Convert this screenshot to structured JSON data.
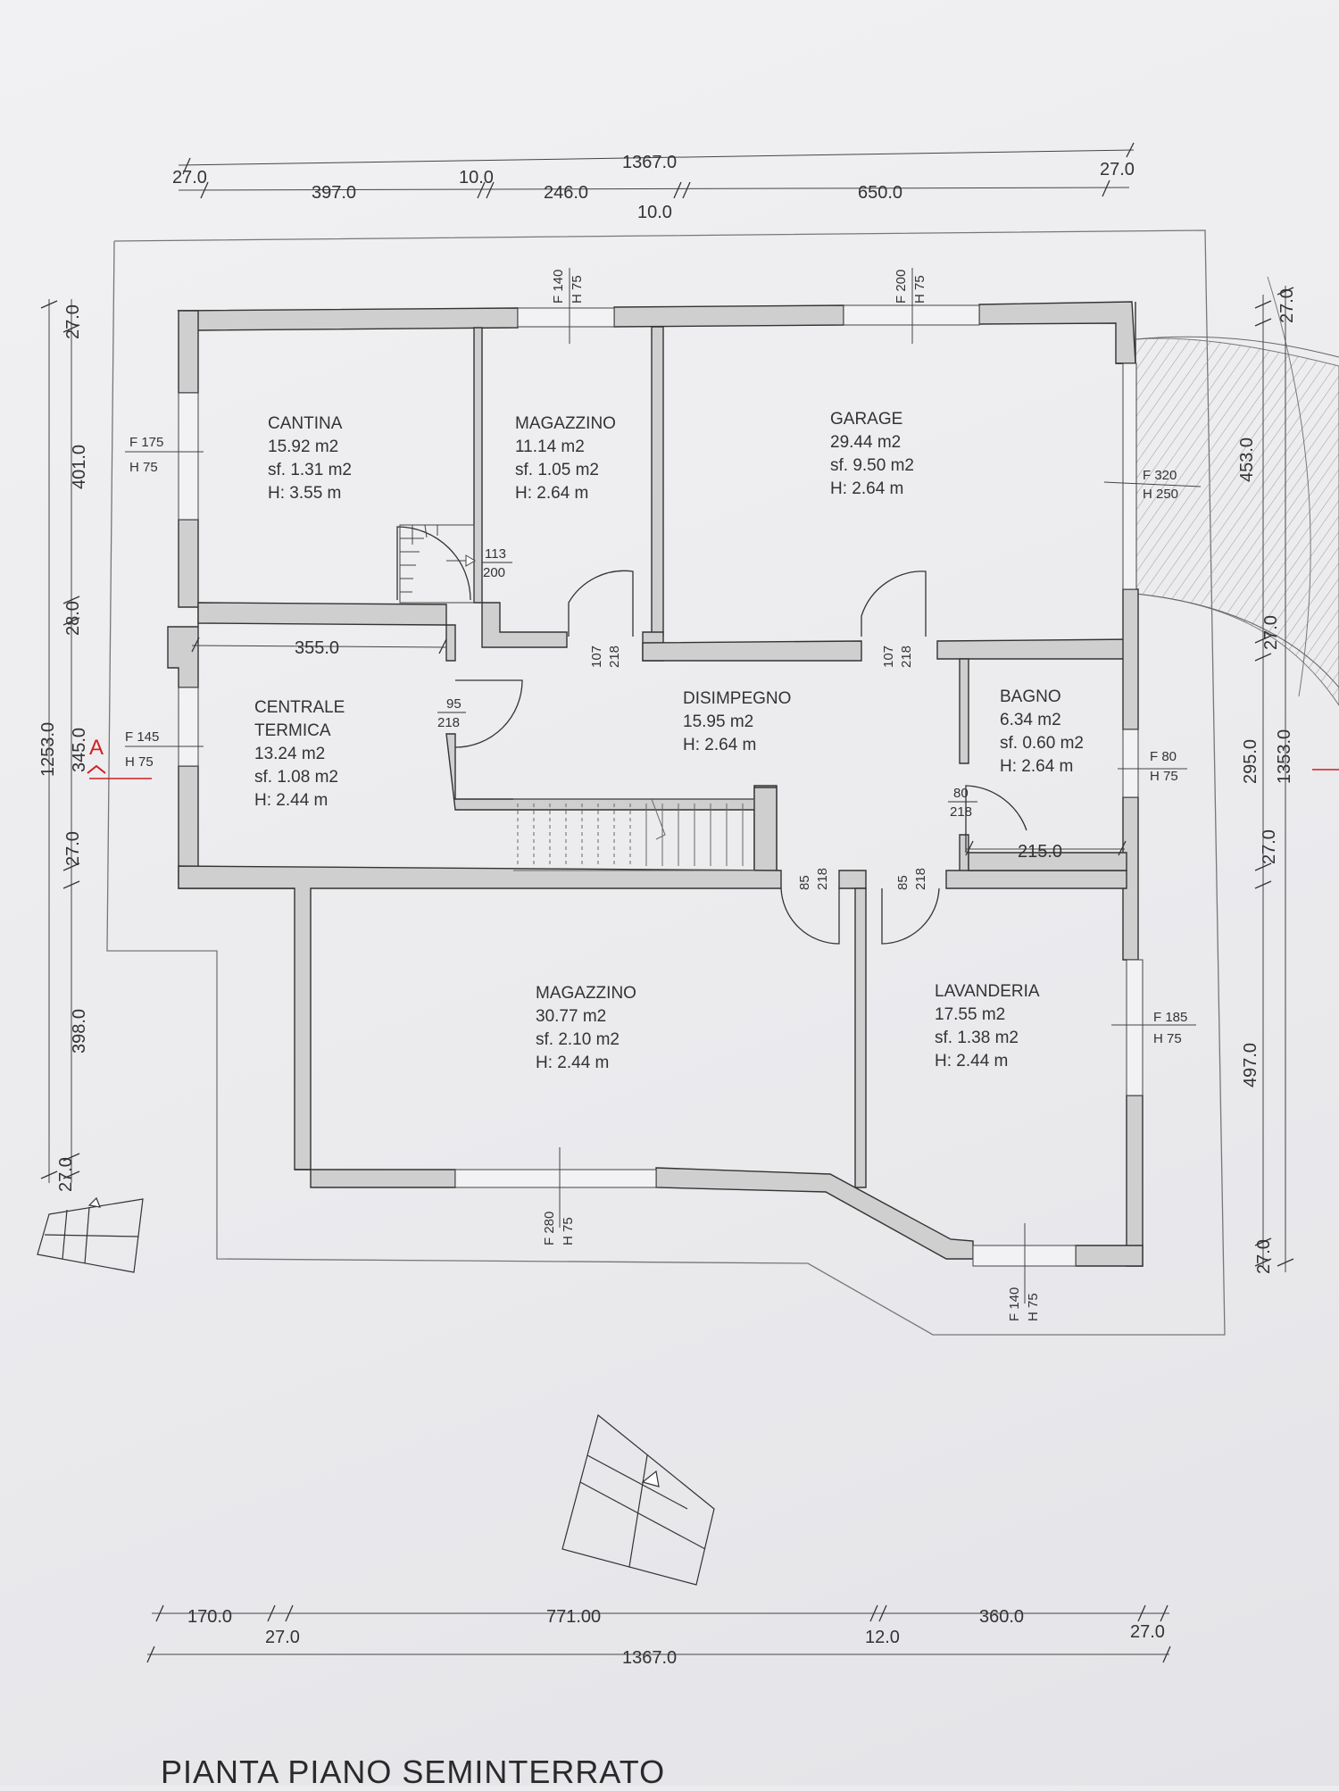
{
  "title": "PIANTA PIANO SEMINTERRATO",
  "section_marker": "A",
  "rooms": {
    "cantina": {
      "name": "CANTINA",
      "area": "15.92 m2",
      "sf": "sf. 1.31 m2",
      "h": "H: 3.55 m"
    },
    "magazzino_top": {
      "name": "MAGAZZINO",
      "area": "11.14 m2",
      "sf": "sf. 1.05 m2",
      "h": "H: 2.64 m"
    },
    "garage": {
      "name": "GARAGE",
      "area": "29.44 m2",
      "sf": "sf. 9.50 m2",
      "h": "H: 2.64 m"
    },
    "centrale": {
      "name1": "CENTRALE",
      "name2": "TERMICA",
      "area": "13.24 m2",
      "sf": "sf. 1.08 m2",
      "h": "H: 2.44 m"
    },
    "disimpegno": {
      "name": "DISIMPEGNO",
      "area": "15.95 m2",
      "h": "H: 2.64 m"
    },
    "bagno": {
      "name": "BAGNO",
      "area": "6.34 m2",
      "sf": "sf. 0.60 m2",
      "h": "H: 2.64 m"
    },
    "magazzino_bottom": {
      "name": "MAGAZZINO",
      "area": "30.77 m2",
      "sf": "sf. 2.10 m2",
      "h": "H: 2.44 m"
    },
    "lavanderia": {
      "name": "LAVANDERIA",
      "area": "17.55 m2",
      "sf": "sf. 1.38 m2",
      "h": "H: 2.44 m"
    }
  },
  "windows": {
    "cantina": {
      "f": "F 175",
      "h": "H 75"
    },
    "magazzino_top": {
      "f": "F 140",
      "h": "H 75"
    },
    "garage_top": {
      "f": "F 200",
      "h": "H 75"
    },
    "garage_right": {
      "f": "F 320",
      "h": "H 250"
    },
    "centrale": {
      "f": "F 145",
      "h": "H 75"
    },
    "bagno": {
      "f": "F 80",
      "h": "H 75"
    },
    "lavanderia_right": {
      "f": "F 185",
      "h": "H 75"
    },
    "magazzino_bottom": {
      "f": "F 280",
      "h": "H 75"
    },
    "lavanderia_bottom": {
      "f": "F 140",
      "h": "H 75"
    }
  },
  "doors": {
    "stair": {
      "w": "113",
      "h": "200"
    },
    "centrale": {
      "w": "95",
      "h": "218"
    },
    "magazzino_top": {
      "w": "107",
      "h": "218"
    },
    "garage": {
      "w": "107",
      "h": "218"
    },
    "bagno": {
      "w": "80",
      "h": "218"
    },
    "magazzino_bottom": {
      "w": "85",
      "h": "218"
    },
    "lavanderia": {
      "w": "85",
      "h": "218"
    }
  },
  "dims_top": {
    "total": "1367.0",
    "a": "27.0",
    "b": "397.0",
    "c": "10.0",
    "d": "246.0",
    "e": "10.0",
    "f": "650.0",
    "g": "27.0"
  },
  "dims_bottom": {
    "a": "170.0",
    "b": "27.0",
    "c": "771.00",
    "d": "12.0",
    "e": "360.0",
    "f": "27.0",
    "total": "1367.0"
  },
  "dims_left": {
    "total": "1253.0",
    "a": "27.0",
    "b": "401.0",
    "c": "28.0",
    "d": "345.0",
    "e": "27.0",
    "f": "398.0",
    "g": "27.0"
  },
  "dims_right": {
    "total": "1353.0",
    "a": "27.0",
    "b": "453.0",
    "c": "27.0",
    "d": "295.0",
    "e": "27.0",
    "f": "497.0",
    "g": "27.0"
  },
  "dims_inner": {
    "centrale_width": "355.0",
    "bagno_width": "215.0"
  },
  "colors": {
    "wall": "#cfcfcf",
    "wall_stroke": "#333333",
    "marker": "#d02020",
    "line": "#444444"
  }
}
